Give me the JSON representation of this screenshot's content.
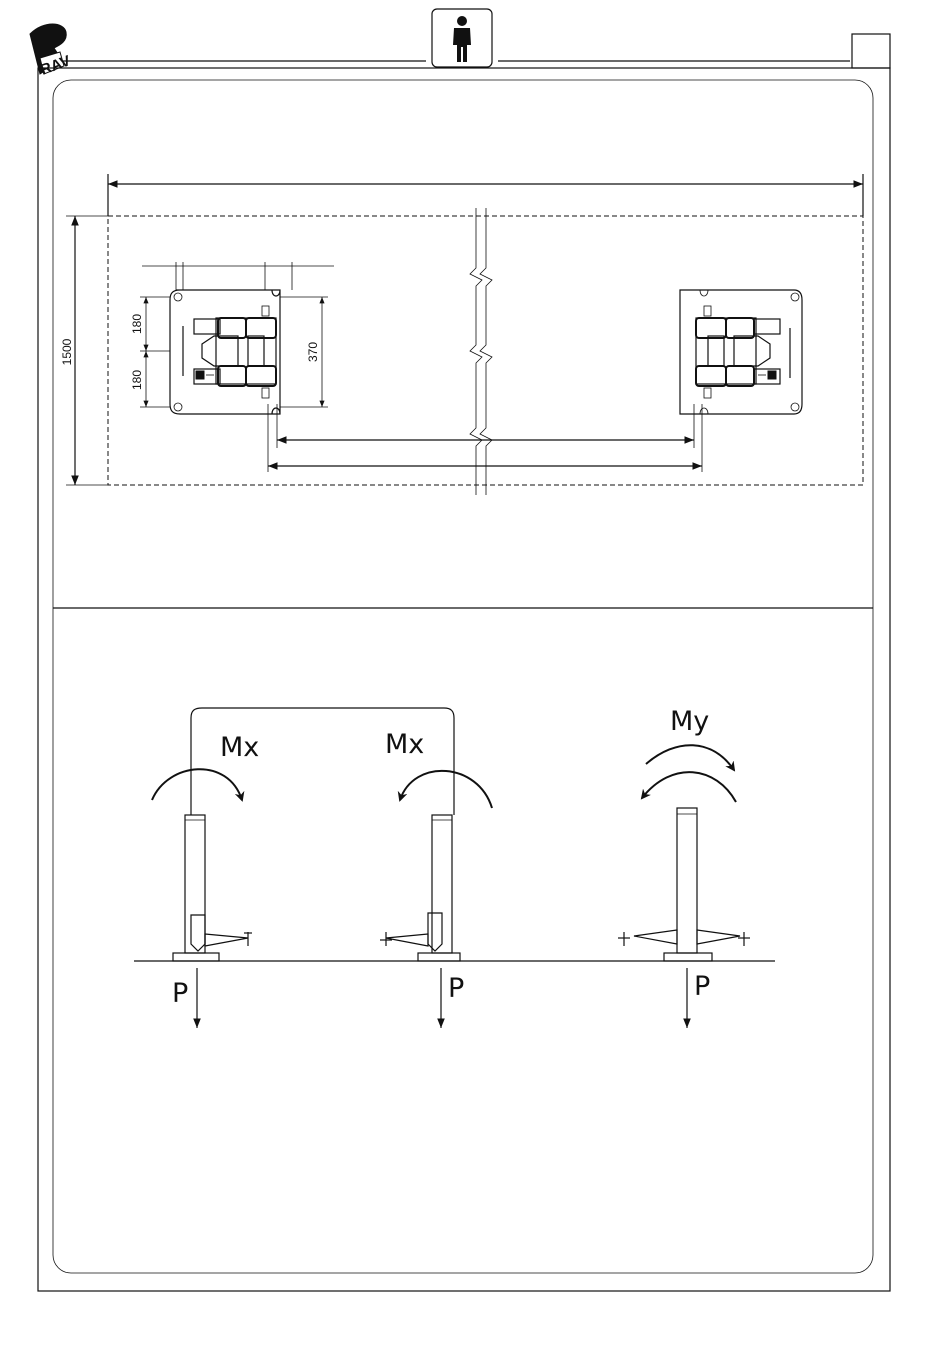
{
  "header": {
    "logo_text": "RAV",
    "icon": "operator-person-icon"
  },
  "layout_plan": {
    "dim_depth": "1500",
    "dim_half_top": "180",
    "dim_half_bottom": "180",
    "dim_plate": "370"
  },
  "moments": {
    "column_1": {
      "moment": "Mx",
      "load": "P"
    },
    "column_2": {
      "moment": "Mx",
      "load": "P"
    },
    "column_3": {
      "moment": "My",
      "load": "P"
    }
  }
}
